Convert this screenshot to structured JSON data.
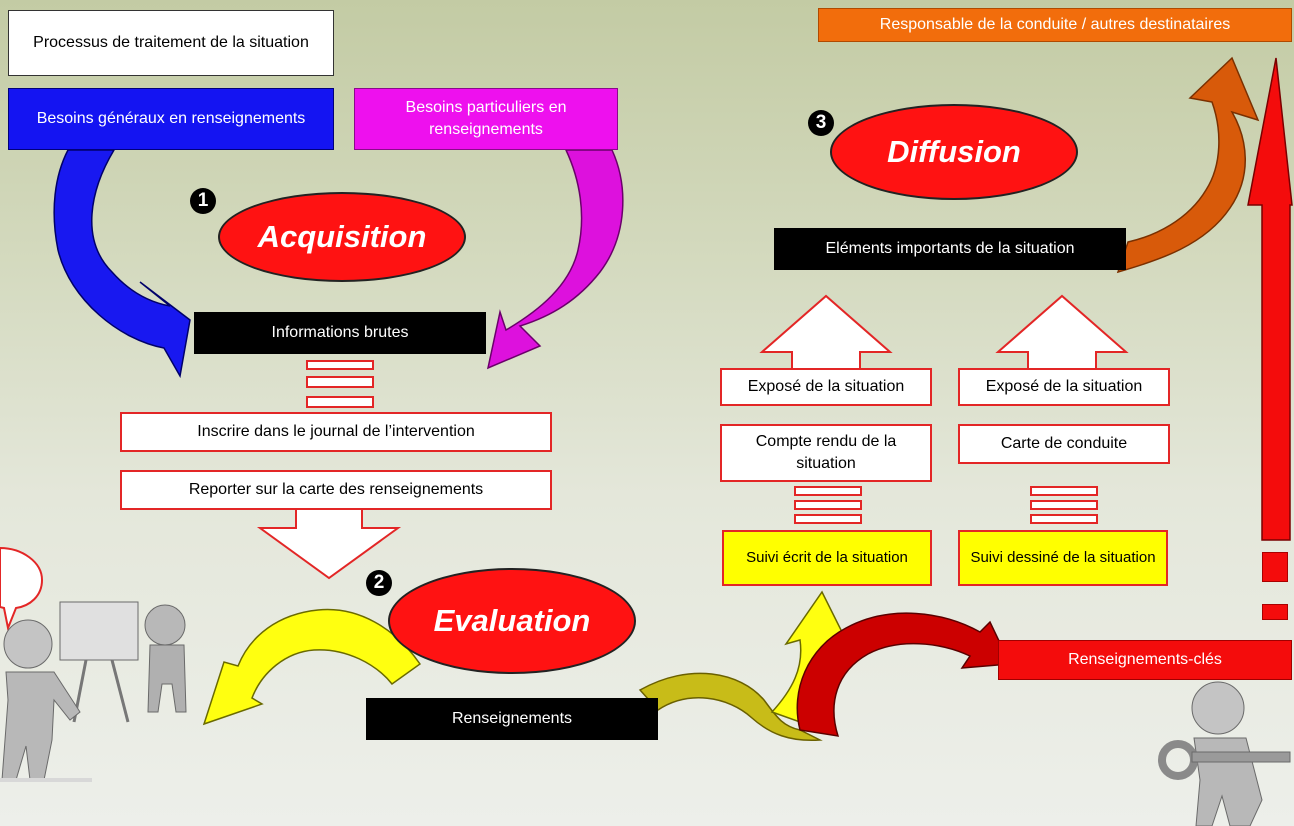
{
  "title": "Processus de traitement  de la situation",
  "needs_general": "Besoins généraux en renseignements",
  "needs_particular": "Besoins particuliers en renseignements",
  "steps": [
    {
      "number": "1",
      "label": "Acquisition"
    },
    {
      "number": "2",
      "label": "Evaluation"
    },
    {
      "number": "3",
      "label": "Diffusion"
    }
  ],
  "raw_info": "Informations brutes",
  "journal": "Inscrire dans le journal de l’intervention",
  "report_map": "Reporter sur la carte des renseignements",
  "renseignements": "Renseignements",
  "written_follow": "Suivi écrit de la situation",
  "drawn_follow": "Suivi dessiné de la situation",
  "report": "Compte rendu de la situation",
  "command_map": "Carte de conduite",
  "expose_left": "Exposé de la situation",
  "expose_right": "Exposé de la situation",
  "important_elements": "Eléments importants de la situation",
  "key_info": "Renseignements-clés",
  "responsible": "Responsable de la conduite / autres destinataires",
  "colors": {
    "general_needs": "#1414f2",
    "particular_needs": "#ee10ee",
    "step_ellipse": "#ff1212",
    "follow_boxes": "#ffff00",
    "key_info": "#f40c0c",
    "responsible": "#f26d0c"
  }
}
